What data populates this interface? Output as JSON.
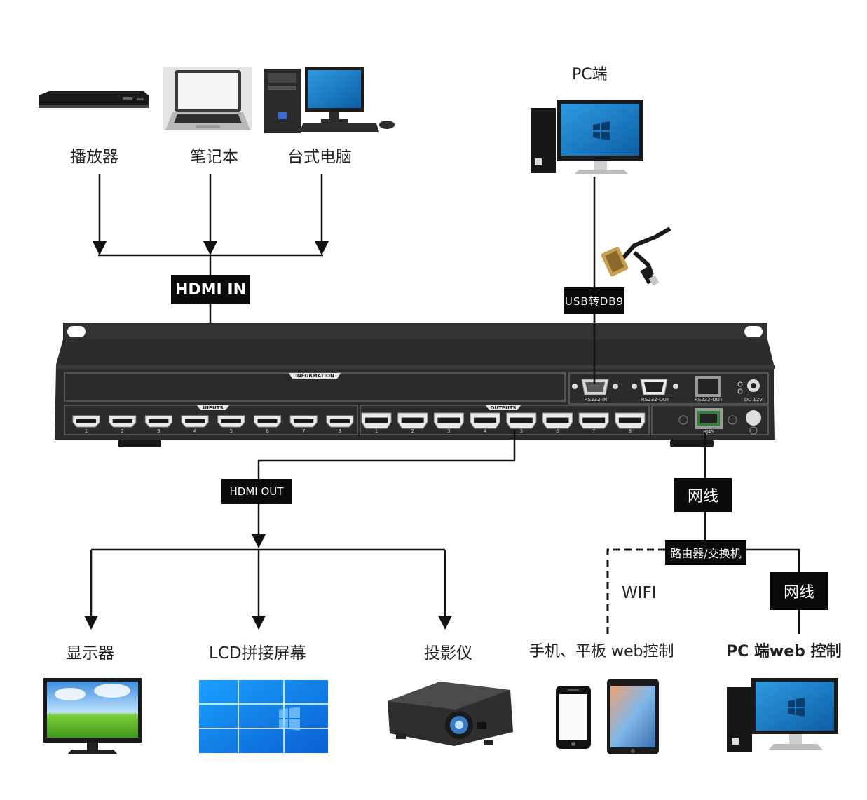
{
  "sources": {
    "player": "播放器",
    "laptop": "笔记本",
    "desktop": "台式电脑"
  },
  "pc_top": "PC端",
  "tags": {
    "hdmi_in": "HDMI IN",
    "usb_db9": "USB转DB9",
    "hdmi_out": "HDMI  OUT",
    "cable_top": "网线",
    "router": "路由器/交换机",
    "cable_bottom": "网线",
    "wifi": "WIFI"
  },
  "device": {
    "information": "INFORMATION",
    "inputs": "INPUTS",
    "outputs": "OUTPUTS",
    "port_numbers": [
      "1",
      "2",
      "3",
      "4",
      "5",
      "6",
      "7",
      "8"
    ],
    "rs232_in": "RS232-IN",
    "rs232_out": "RS232-OUT",
    "rs232_out2": "RS232-OUT",
    "dc": "DC 12V",
    "rj45": "RJ45"
  },
  "outputs": {
    "monitor": "显示器",
    "lcd_wall": "LCD拼接屏幕",
    "projector": "投影仪",
    "mobile": "手机、平板 web控制",
    "pc_web": "PC 端web 控制"
  },
  "colors": {
    "line": "#111111",
    "chassis": "#2b2b2b",
    "panel": "#1d1d1d",
    "screen_blue": "#1f7fc4"
  }
}
